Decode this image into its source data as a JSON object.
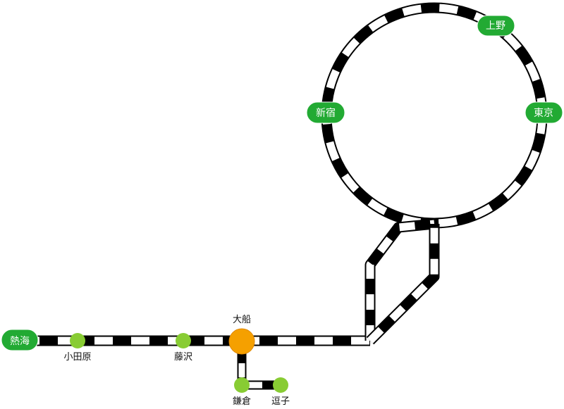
{
  "colors": {
    "rail_dark": "#000000",
    "rail_light": "#ffffff",
    "terminal_green": "#22aa33",
    "station_green": "#88cc33",
    "hub_orange": "#f5a000"
  },
  "terminals": {
    "atami": "熱海",
    "shinjuku": "新宿",
    "ueno": "上野",
    "tokyo": "東京"
  },
  "stations": {
    "odawara": "小田原",
    "fujisawa": "藤沢",
    "ofuna": "大船",
    "kamakura": "鎌倉",
    "zushi": "逗子"
  }
}
